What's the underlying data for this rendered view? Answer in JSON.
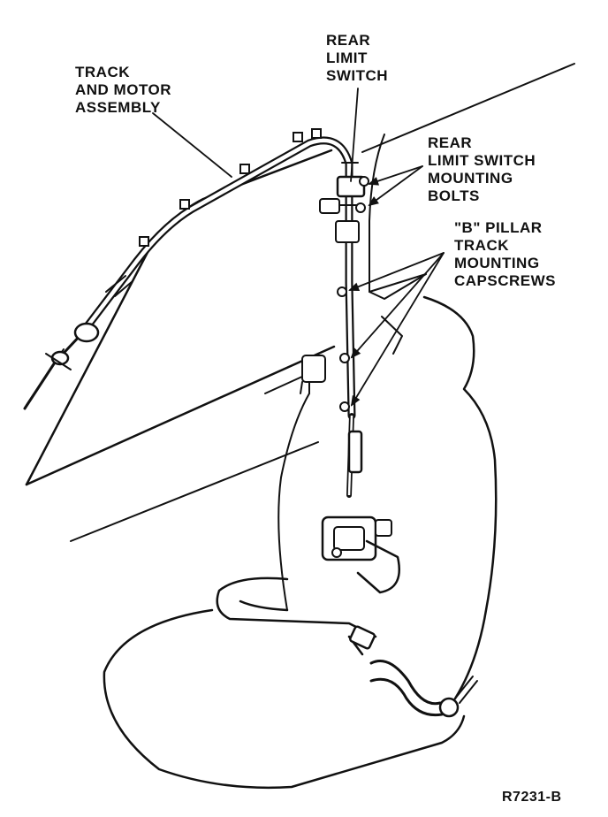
{
  "labels": {
    "rear_limit_switch": [
      "REAR",
      "LIMIT",
      "SWITCH"
    ],
    "track_motor": [
      "TRACK",
      "AND MOTOR",
      "ASSEMBLY"
    ],
    "switch_bolts": [
      "REAR",
      "LIMIT SWITCH",
      "MOUNTING",
      "BOLTS"
    ],
    "pillar_capscrews": [
      "\"B\" PILLAR",
      "TRACK",
      "MOUNTING",
      "CAPSCREWS"
    ]
  },
  "figure_id": "R7231-B",
  "colors": {
    "ink": "#111111",
    "paper": "#ffffff"
  }
}
